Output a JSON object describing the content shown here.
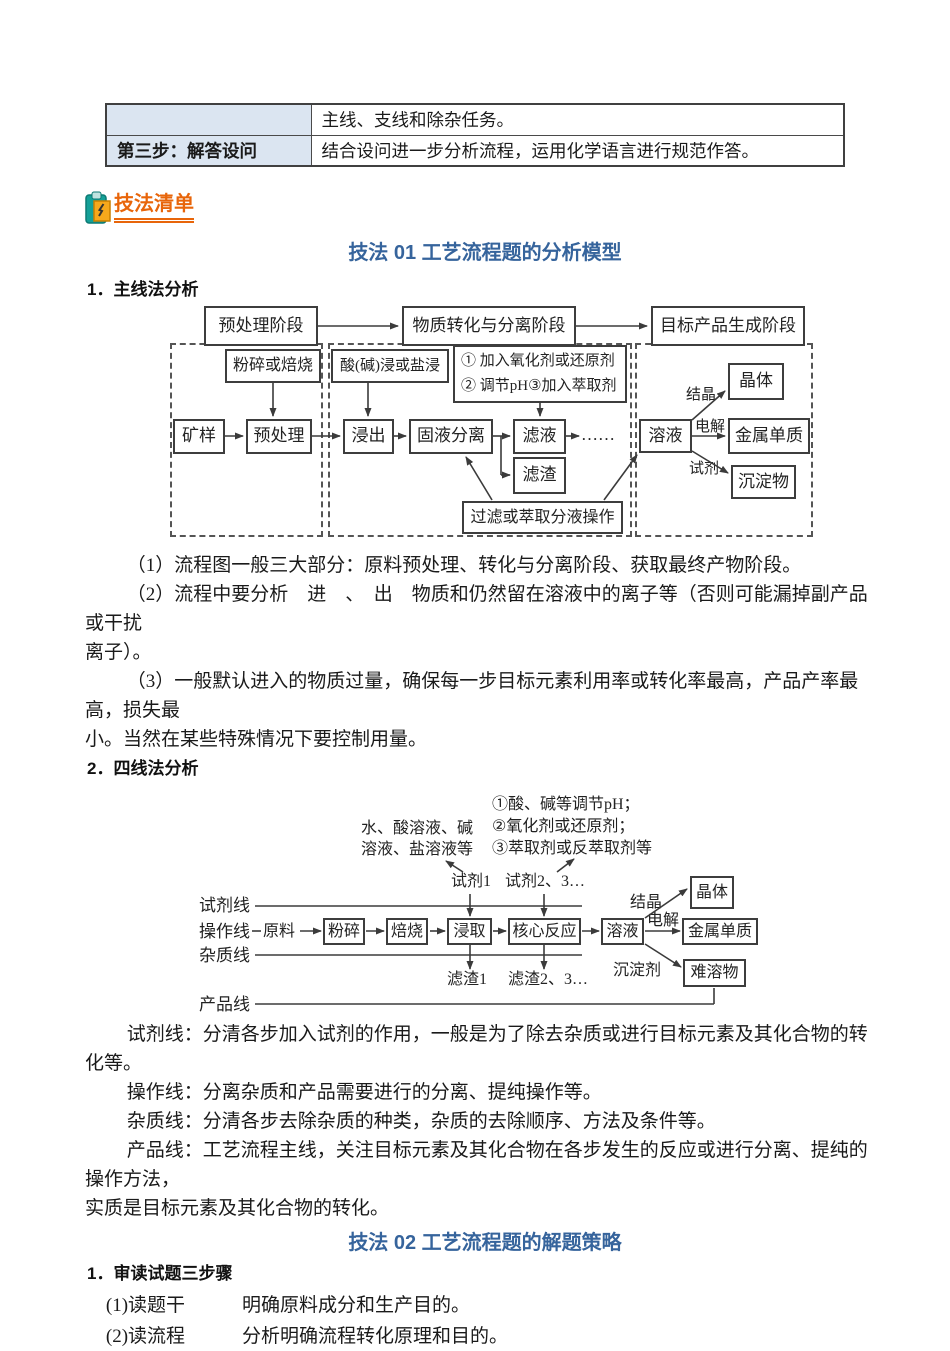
{
  "colors": {
    "heading_blue": "#36649c",
    "badge_orange": "#e8650a",
    "icon_teal": "#14a098",
    "icon_amber": "#f6a81c",
    "table_header_bg": "#dbe5f1",
    "diagram_line": "#3b3b3b"
  },
  "table": {
    "rows": [
      {
        "left": "",
        "right": "主线、支线和除杂任务。"
      },
      {
        "left": "第三步：解答设问",
        "right": "结合设问进一步分析流程，运用化学语言进行规范作答。"
      }
    ]
  },
  "badge": {
    "label": "技法清单",
    "icon": "clipboard-icon"
  },
  "sec1": {
    "title": "技法 01 工艺流程题的分析模型",
    "sub1": "1．主线法分析",
    "sub2": "2．四线法分析"
  },
  "paras": {
    "p1": "（1）流程图一般三大部分：原料预处理、转化与分离阶段、获取最终产物阶段。",
    "p2": "（2）流程中要分析　进　、　出　物质和仍然留在溶液中的离子等（否则可能漏掉副产品或干扰\n离子）。",
    "p3": "（3）一般默认进入的物质过量，确保每一步目标元素利用率或转化率最高，产品产率最高，损失最\n小。当然在某些特殊情况下要控制用量。"
  },
  "d1": {
    "stage1": "预处理阶段",
    "stage2": "物质转化与分离阶段",
    "stage3": "目标产品生成阶段",
    "crush": "粉碎或焙烧",
    "leach_note": "酸(碱)浸或盐浸",
    "agent_note": "① 加入氧化剂或还原剂\n② 调节pH③加入萃取剂",
    "ore": "矿样",
    "pretreat": "预处理",
    "leach": "浸出",
    "sep": "固液分离",
    "filtrate": "滤液",
    "residue": "滤渣",
    "op": "过滤或萃取分液操作",
    "solution": "溶液",
    "crystal": "晶体",
    "metal": "金属单质",
    "precip": "沉淀物",
    "lbl_crystal": "结晶",
    "lbl_electro": "电解",
    "lbl_reagent": "试剂",
    "dots": "……"
  },
  "d2": {
    "note1": "水、酸溶液、碱\n溶液、盐溶液等",
    "note2": "①酸、碱等调节pH；\n②氧化剂或还原剂；\n③萃取剂或反萃取剂等",
    "reagent1": "试剂1",
    "reagent23": "试剂2、3…",
    "line1": "试剂线",
    "line2": "操作线",
    "line3": "杂质线",
    "line4": "产品线",
    "raw": "原料",
    "crush": "粉碎",
    "roast": "焙烧",
    "leach": "浸取",
    "core": "核心反应",
    "solution": "溶液",
    "metal": "金属单质",
    "crystal": "晶体",
    "insoluble": "难溶物",
    "lbl_crystal": "结晶",
    "lbl_electro": "电解",
    "lbl_precip": "沉淀剂",
    "residue1": "滤渣1",
    "residue23": "滤渣2、3…"
  },
  "lines4": {
    "l1": "试剂线：分清各步加入试剂的作用，一般是为了除去杂质或进行目标元素及其化合物的转化等。",
    "l2": "操作线：分离杂质和产品需要进行的分离、提纯操作等。",
    "l3": "杂质线：分清各步去除杂质的种类，杂质的去除顺序、方法及条件等。",
    "l4": "产品线：工艺流程主线，关注目标元素及其化合物在各步发生的反应或进行分离、提纯的操作方法，\n实质是目标元素及其化合物的转化。"
  },
  "sec2": {
    "title": "技法 02 工艺流程题的解题策略",
    "sub": "1．审读试题三步骤",
    "i1": "(1)读题干　　　明确原料成分和生产目的。",
    "i2": "(2)读流程　　　分析明确流程转化原理和目的。"
  }
}
